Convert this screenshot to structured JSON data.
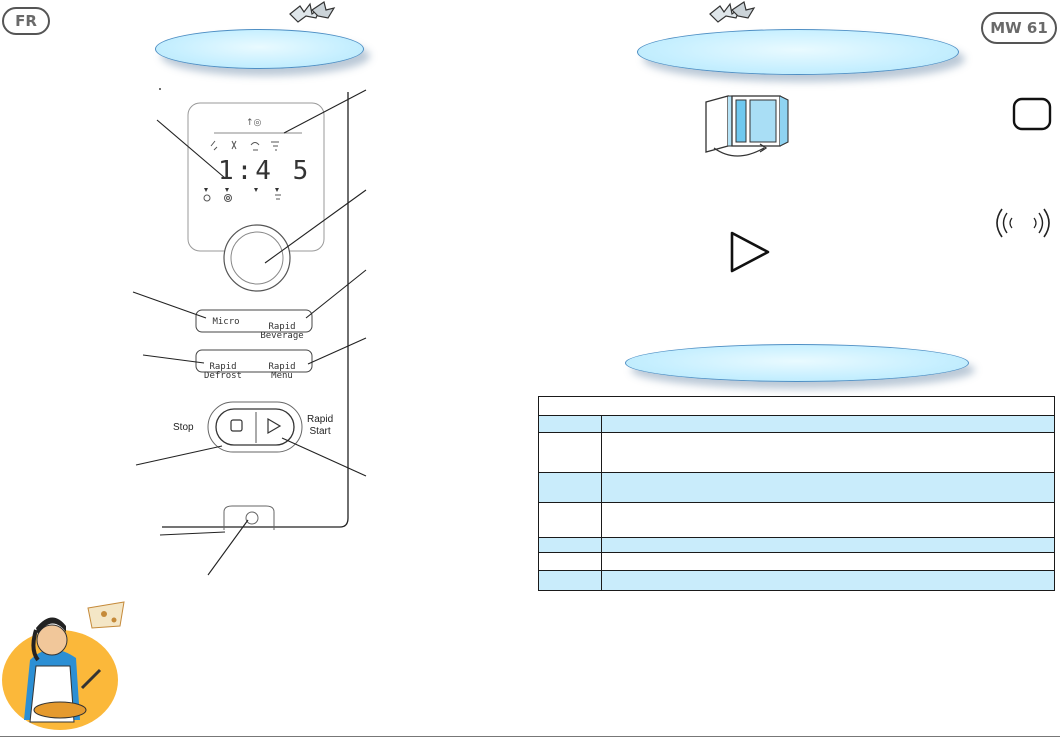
{
  "badges": {
    "lang": "FR",
    "model": "MW 61"
  },
  "display": {
    "time": "1:4 5",
    "top_icon": "↑◎"
  },
  "buttons": {
    "micro": "Micro",
    "rapid_beverage": "Rapid\nBeverage",
    "rapid_defrost": "Rapid\nDefrost",
    "rapid_menu": "Rapid\nMenu"
  },
  "labels": {
    "stop": "Stop",
    "rapid_start": "Rapid\nStart"
  },
  "icons": {
    "top_left": "birds-icon",
    "top_right": "birds-icon",
    "door": "open-door-icon",
    "play": "play-icon",
    "sound": "sound-wave-icon",
    "chef": "chef-illustration"
  },
  "colors": {
    "oval_fill": "#c6efff",
    "oval_border": "#4f8fc4",
    "table_blue": "#c9ecfb"
  },
  "table": {
    "rows": [
      {
        "style": "header",
        "cells": [
          ""
        ]
      },
      {
        "style": "blue",
        "cells": [
          "",
          ""
        ]
      },
      {
        "style": "white",
        "cells": [
          "",
          ""
        ]
      },
      {
        "style": "blue",
        "cells": [
          "",
          ""
        ]
      },
      {
        "style": "white",
        "cells": [
          "",
          ""
        ]
      },
      {
        "style": "blue",
        "cells": [
          "",
          ""
        ]
      },
      {
        "style": "white",
        "cells": [
          "",
          ""
        ]
      },
      {
        "style": "blue",
        "cells": [
          "",
          ""
        ]
      }
    ]
  }
}
